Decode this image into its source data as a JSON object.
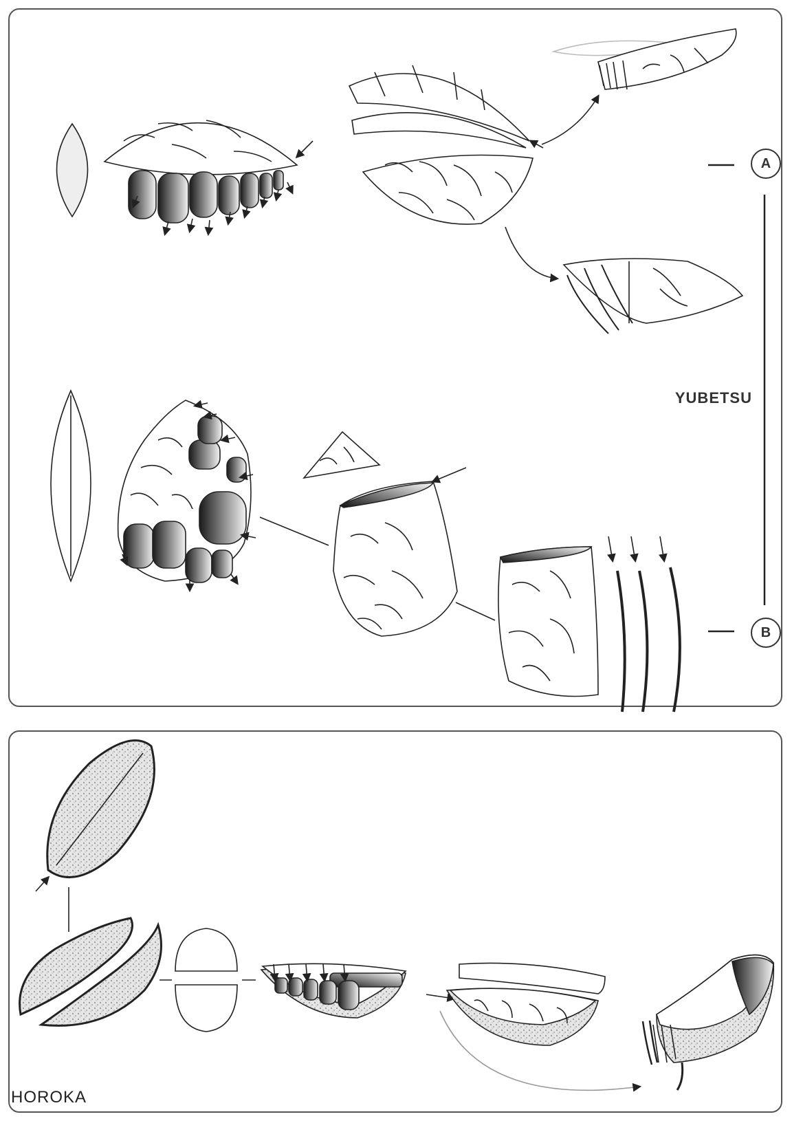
{
  "labels": {
    "yubetsu": "YUBETSU",
    "horoka": "HOROKA",
    "marker_a": "A",
    "marker_b": "B"
  },
  "colors": {
    "line": "#222222",
    "panel_border": "#555555",
    "shade_dark": "#1a1a1a",
    "shade_light": "#f2f2f2",
    "stone_texture": "#9a9a9a"
  }
}
